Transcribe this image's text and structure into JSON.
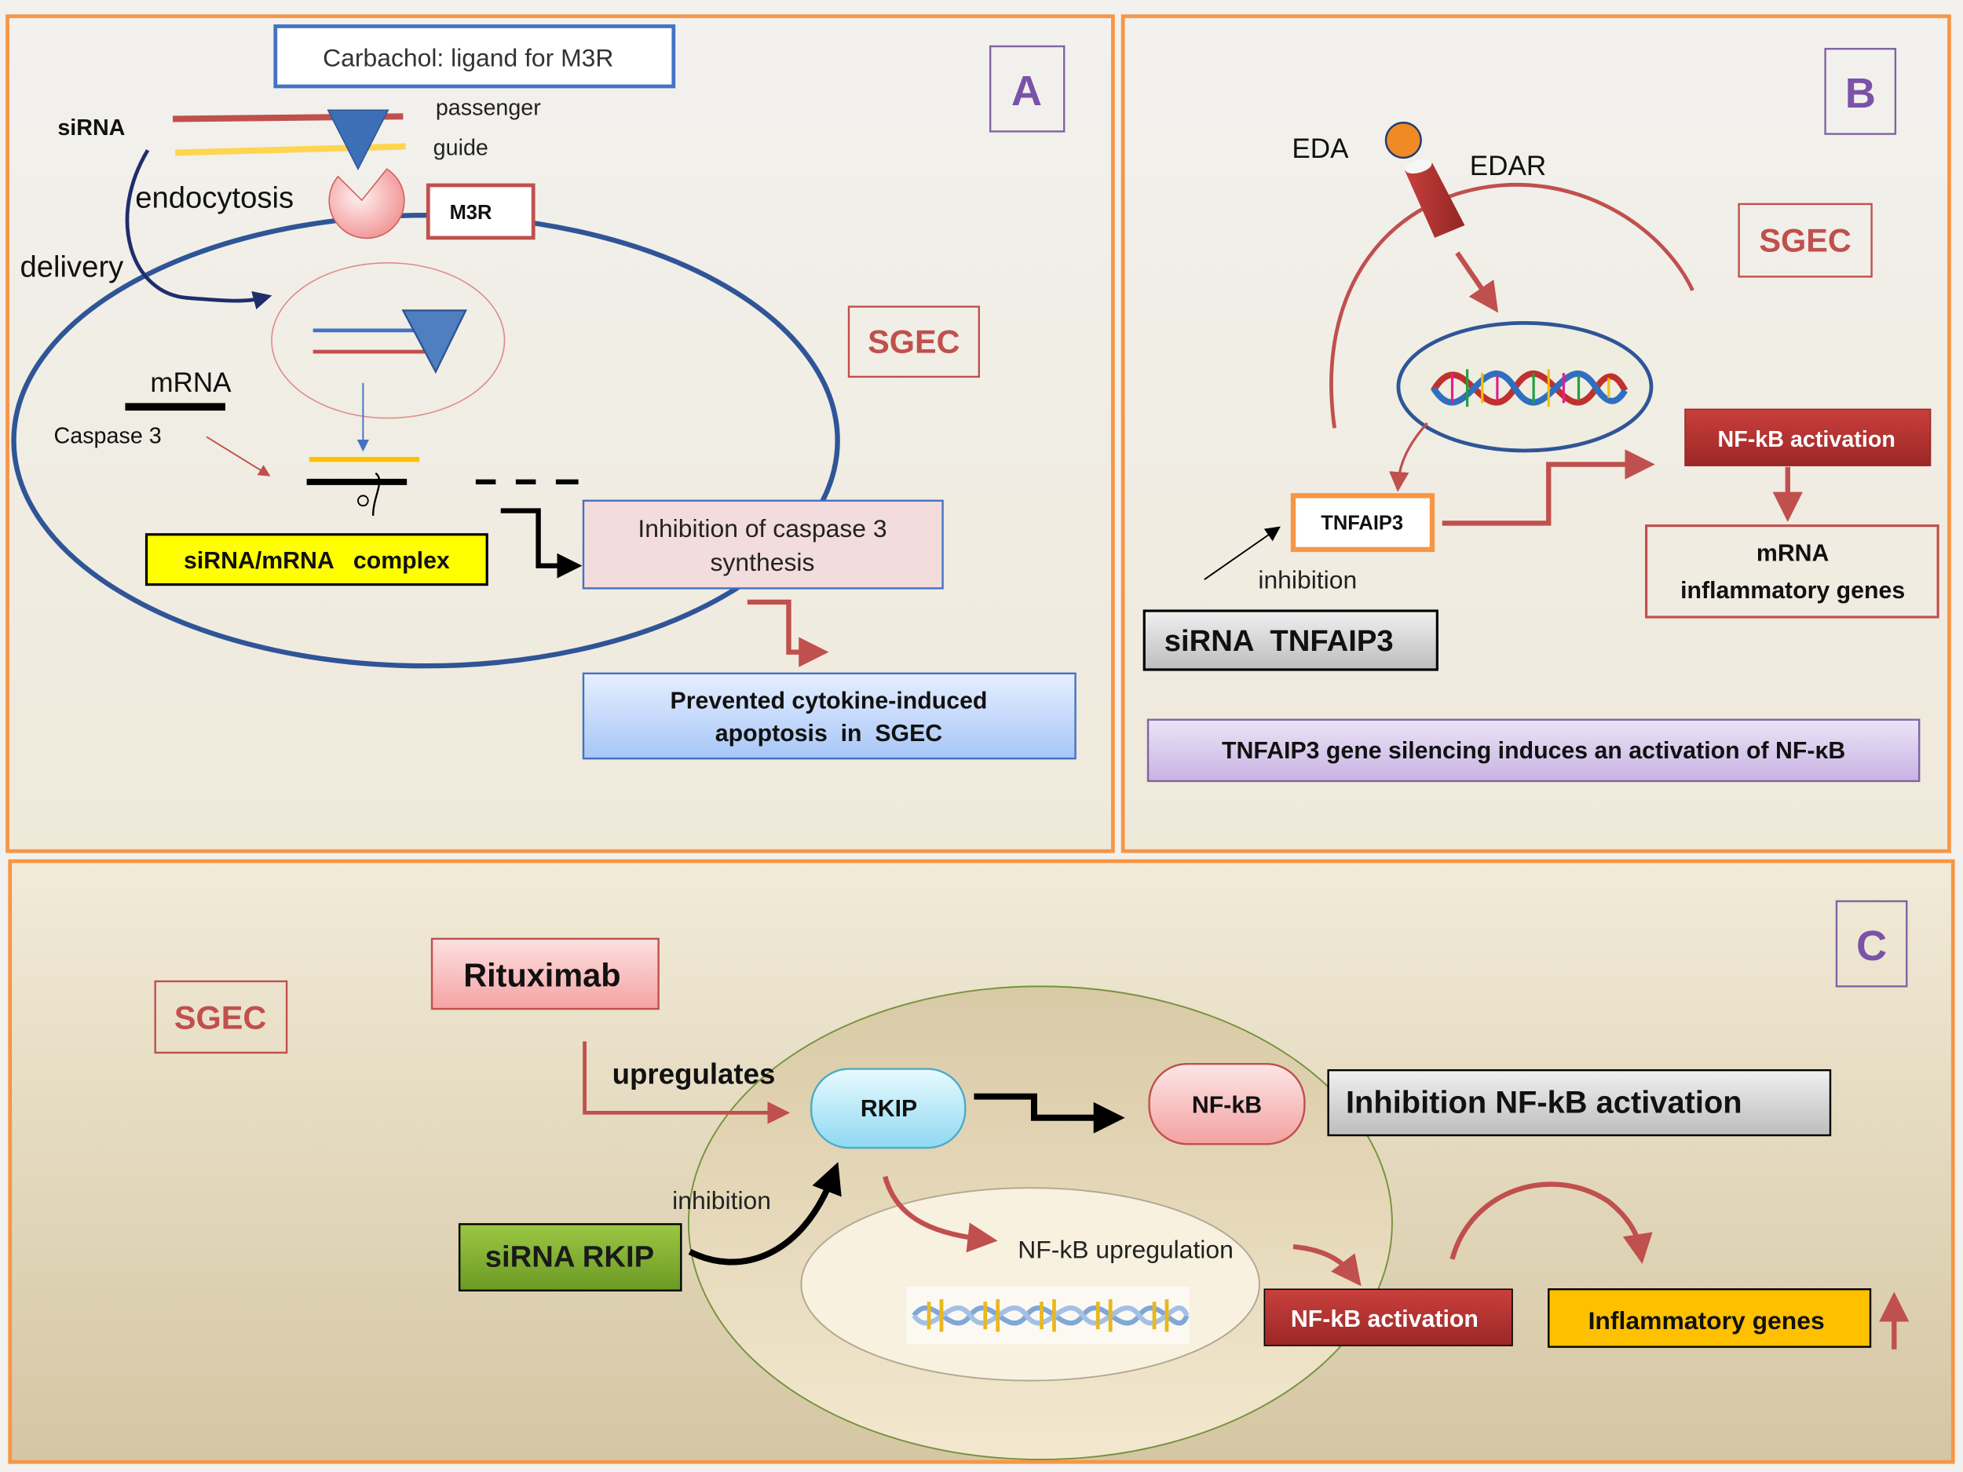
{
  "panel_a": {
    "label": "A",
    "ligand_box": "Carbachol: ligand for M3R",
    "sirna_label": "siRNA",
    "passenger_label": "passenger",
    "guide_label": "guide",
    "endocytosis_label": "endocytosis",
    "delivery_label": "delivery",
    "receptor_label": "M3R",
    "cell_label": "SGEC",
    "mrna_label": "mRNA",
    "caspase_label": "Caspase  3",
    "complex_box": "siRNA/mRNA   complex",
    "inhibition_box_line1": "Inhibition of caspase 3",
    "inhibition_box_line2": "synthesis",
    "outcome_box_line1": "Prevented cytokine-induced",
    "outcome_box_line2": "apoptosis  in  SGEC",
    "colors": {
      "passenger": "#c0504d",
      "guide": "#ffd54f",
      "membrane": "#2f5597"
    }
  },
  "panel_b": {
    "label": "B",
    "ligand_label": "EDA",
    "receptor_label": "EDAR",
    "cell_label": "SGEC",
    "gene_box": "TNFAIP3",
    "inhibition_label": "inhibition",
    "sirna_box": "siRNA  TNFAIP3",
    "nfkb_box": "NF-kB activation",
    "mrna_box_line1": "mRNA",
    "mrna_box_line2": "inflammatory genes",
    "summary_box": "TNFAIP3 gene silencing induces an activation of NF-κB"
  },
  "panel_c": {
    "label": "C",
    "cell_label": "SGEC",
    "drug_box": "Rituximab",
    "upregulates_label": "upregulates",
    "rkip_label": "RKIP",
    "nfkb_label": "NF-kB",
    "inhibition_box": "Inhibition NF-kB activation",
    "inhibition_label": "inhibition",
    "sirna_box": "siRNA RKIP",
    "upregulation_label": "NF-kB upregulation",
    "nfkb_activation_box": "NF-kB activation",
    "genes_box": "Inflammatory genes"
  }
}
